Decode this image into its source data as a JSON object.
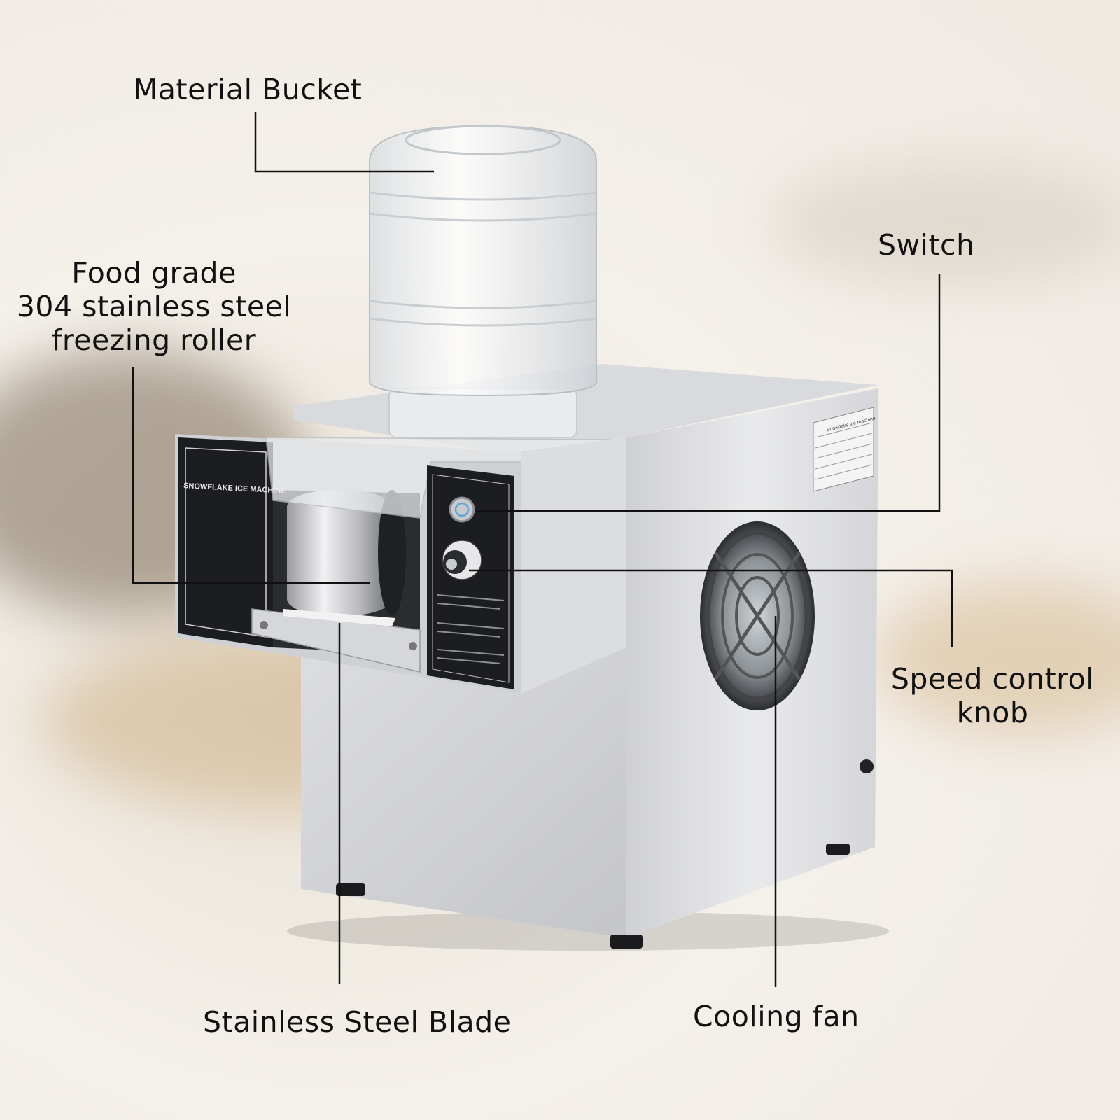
{
  "labels": {
    "material_bucket": "Material Bucket",
    "switch": "Switch",
    "roller_line1": "Food grade",
    "roller_line2": "304 stainless steel",
    "roller_line3": "freezing roller",
    "speed_knob_line1": "Speed control",
    "speed_knob_line2": "knob",
    "blade": "Stainless Steel Blade",
    "cooling_fan": "Cooling fan"
  },
  "machine": {
    "front_panel_text": "SNOWFLAKE ICE MACHINE",
    "spec_plate_title": "Snowflake ice machine"
  },
  "colors": {
    "steel_light": "#e6e6e8",
    "steel_mid": "#c8c9cc",
    "panel_dark": "#1c1d21",
    "leader_line": "#111111"
  }
}
